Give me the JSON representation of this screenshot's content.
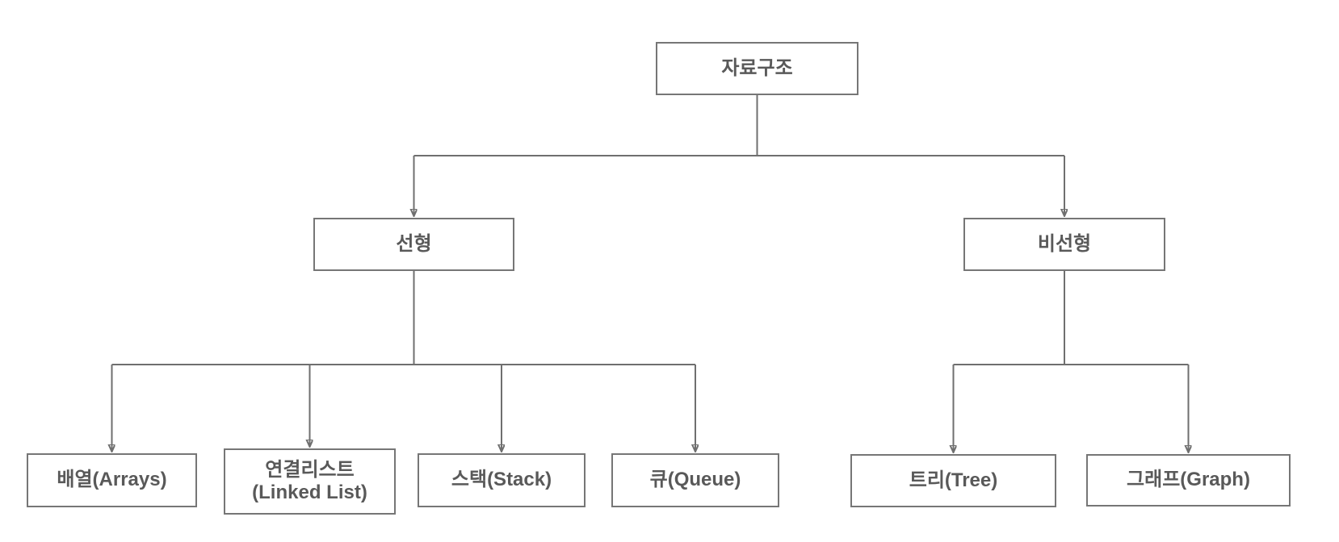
{
  "diagram": {
    "type": "hierarchy-tree",
    "colors": {
      "background": "#ffffff",
      "line": "#6f6f6f",
      "node_border": "#767676",
      "node_fill": "#ffffff",
      "text": "#595959"
    },
    "nodes": {
      "root": {
        "label": "자료구조"
      },
      "linear": {
        "label": "선형"
      },
      "nonlinear": {
        "label": "비선형"
      },
      "arrays": {
        "label": "배열(Arrays)"
      },
      "linked": {
        "label": "연결리스트\n(Linked List)"
      },
      "stack": {
        "label": "스택(Stack)"
      },
      "queue": {
        "label": "큐(Queue)"
      },
      "tree": {
        "label": "트리(Tree)"
      },
      "graph": {
        "label": "그래프(Graph)"
      }
    },
    "edges": [
      {
        "from": "자료구조",
        "to": "선형"
      },
      {
        "from": "자료구조",
        "to": "비선형"
      },
      {
        "from": "선형",
        "to": "배열(Arrays)"
      },
      {
        "from": "선형",
        "to": "연결리스트 (Linked List)"
      },
      {
        "from": "선형",
        "to": "스택(Stack)"
      },
      {
        "from": "선형",
        "to": "큐(Queue)"
      },
      {
        "from": "비선형",
        "to": "트리(Tree)"
      },
      {
        "from": "비선형",
        "to": "그래프(Graph)"
      }
    ]
  }
}
